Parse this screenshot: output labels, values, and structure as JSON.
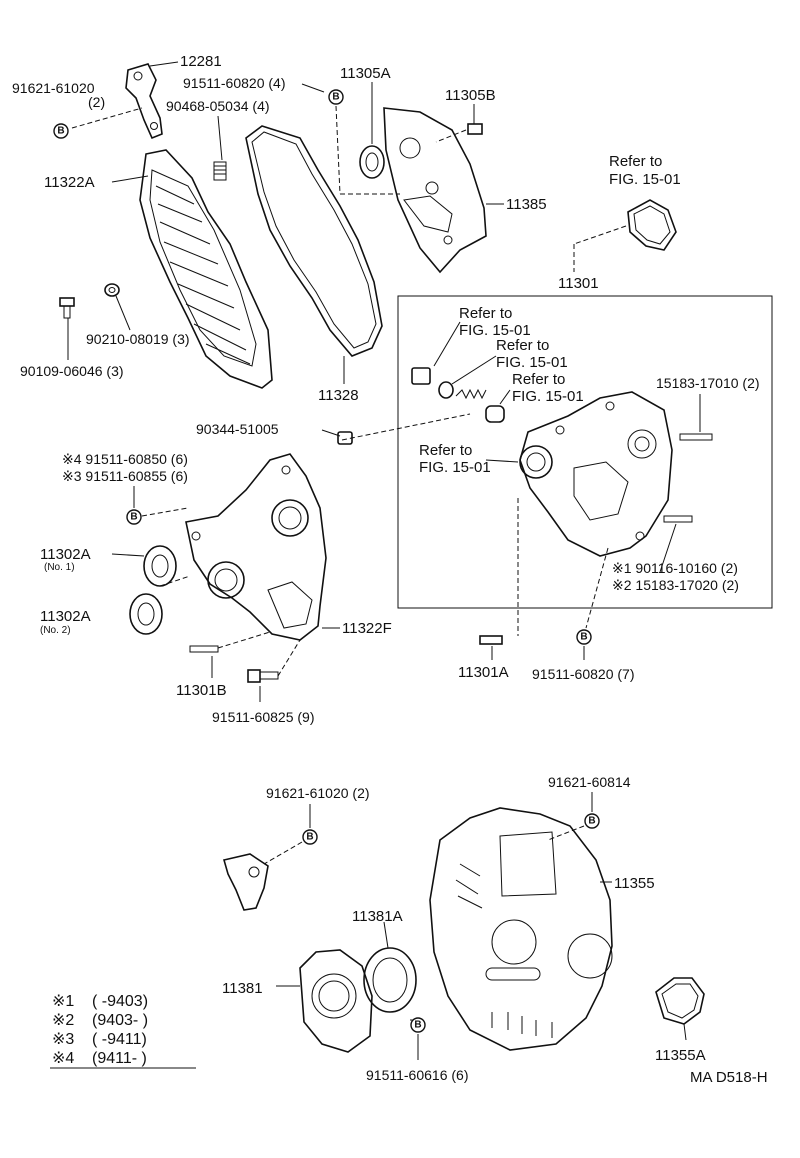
{
  "figure_code": "MA D518-H",
  "bolt_mark": "B",
  "labels": {
    "p12281": "12281",
    "p91621_61020_top": "91621-61020",
    "p91621_61020_top_qty": "(2)",
    "p91511_60820_4": "91511-60820 (4)",
    "p90468_05034": "90468-05034 (4)",
    "p11305A": "11305A",
    "p11305B": "11305B",
    "p11322A": "11322A",
    "p11385": "11385",
    "refer_1a": "Refer to",
    "refer_1b": "FIG. 15-01",
    "p11301": "11301",
    "p90210_08019": "90210-08019 (3)",
    "p90109_06046": "90109-06046 (3)",
    "p11328": "11328",
    "refer_2a": "Refer to",
    "refer_2b": "FIG. 15-01",
    "refer_3a": "Refer to",
    "refer_3b": "FIG. 15-01",
    "refer_4a": "Refer to",
    "refer_4b": "FIG. 15-01",
    "p15183_17010": "15183-17010 (2)",
    "p90344_51005": "90344-51005",
    "refer_5a": "Refer to",
    "refer_5b": "FIG. 15-01",
    "p91511_60850": "※4 91511-60850 (6)",
    "p91511_60855": "※3 91511-60855 (6)",
    "p11302A_1": "11302A",
    "p11302A_1_sub": "(No. 1)",
    "p11302A_2": "11302A",
    "p11302A_2_sub": "(No. 2)",
    "p90116_10160": "※1 90116-10160 (2)",
    "p15183_17020": "※2 15183-17020 (2)",
    "p11322F": "11322F",
    "p11301B": "11301B",
    "p11301A": "11301A",
    "p91511_60820_7": "91511-60820 (7)",
    "p91511_60825": "91511-60825 (9)",
    "p91621_61020_bot": "91621-61020 (2)",
    "p91621_60814": "91621-60814",
    "p11355": "11355",
    "p11381A": "11381A",
    "p11381": "11381",
    "p11355A": "11355A",
    "p91511_60616": "91511-60616 (6)"
  },
  "legend": [
    {
      "mark": "※1",
      "range": "(        -9403)"
    },
    {
      "mark": "※2",
      "range": "(9403-          )"
    },
    {
      "mark": "※3",
      "range": "(        -9411)"
    },
    {
      "mark": "※4",
      "range": "(9411-          )"
    }
  ]
}
